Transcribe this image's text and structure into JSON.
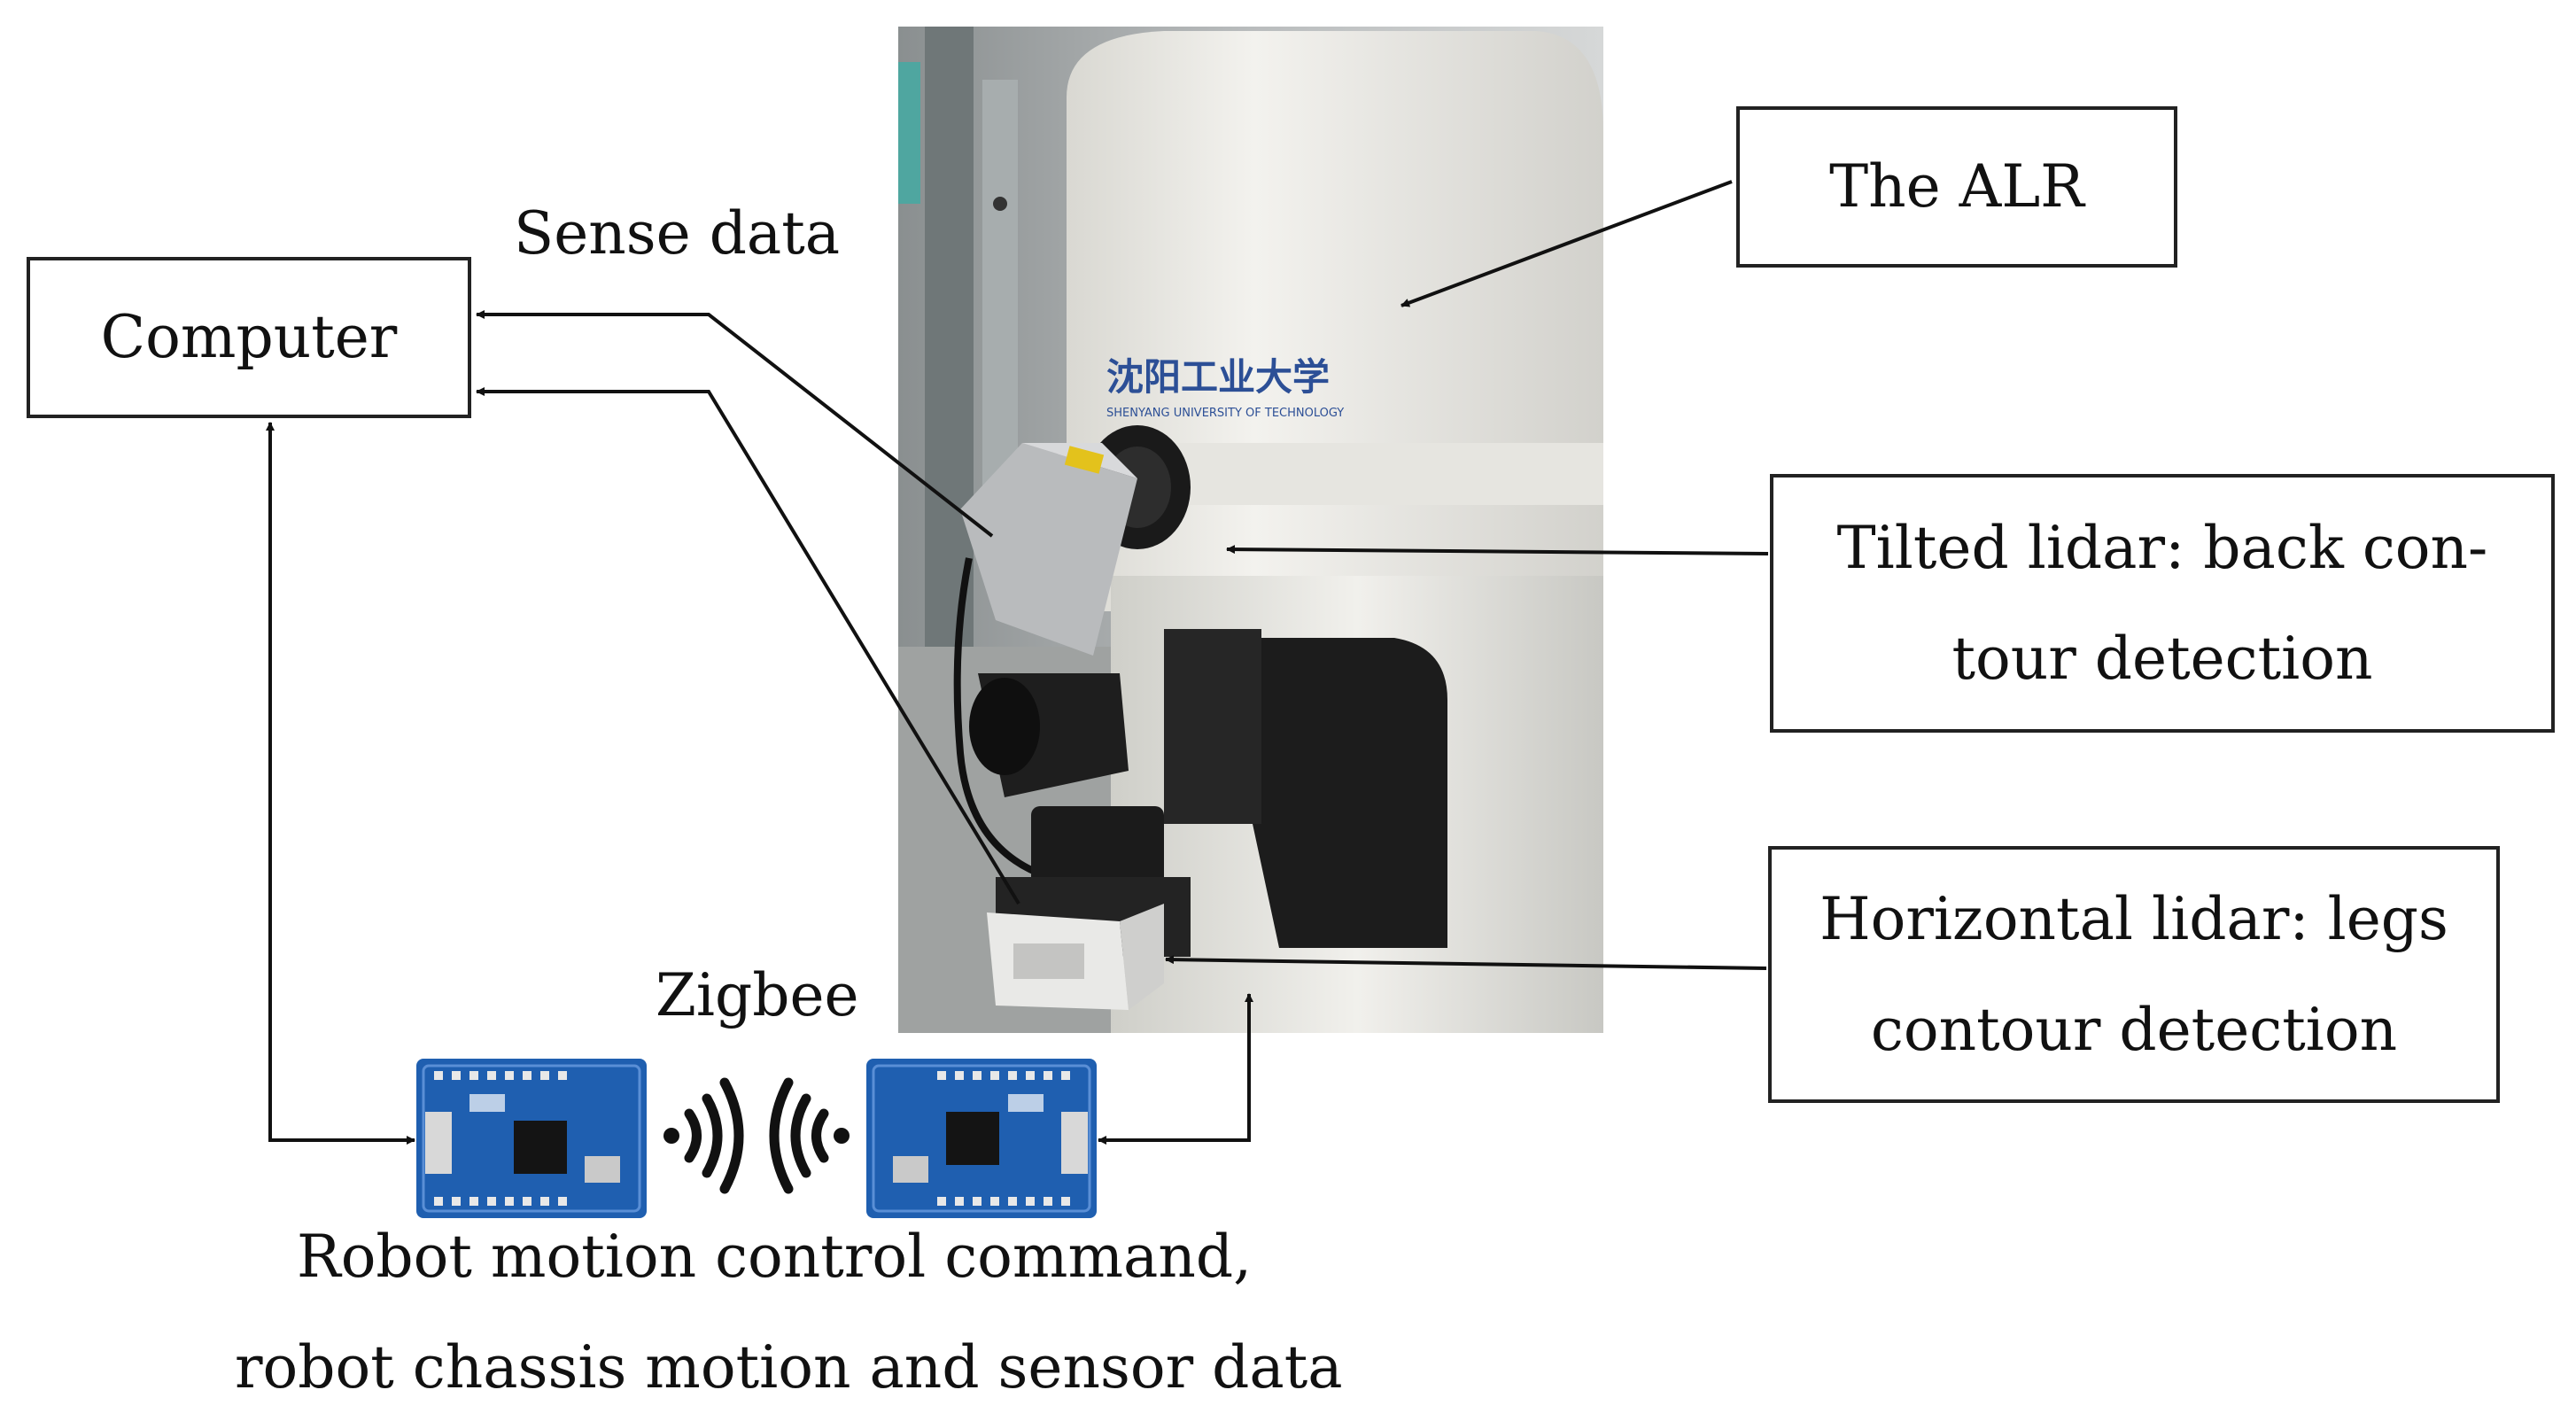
{
  "labels": {
    "computer": "Computer",
    "sense_data": "Sense data",
    "the_alr": "The ALR",
    "tilted_lidar_line1": "Tilted lidar: back con-",
    "tilted_lidar_line2": "tour detection",
    "horizontal_lidar_line1": "Horizontal lidar: legs",
    "horizontal_lidar_line2": "contour detection",
    "zigbee": "Zigbee",
    "caption_line1": "Robot motion control command,",
    "caption_line2": "robot chassis motion and sensor data"
  },
  "photo": {
    "university_name": "沈阳工业大学",
    "university_subtitle": "SHENYANG UNIVERSITY OF TECHNOLOGY"
  },
  "colors": {
    "line": "#111111",
    "box_border": "#222222",
    "board_blue": "#1f5fb0",
    "robot_shell": "#ecebe6",
    "lidar_black": "#1c1c1c"
  },
  "icons": [
    "arrow-head-icon",
    "wireless-signal-icon",
    "zigbee-board-icon"
  ]
}
